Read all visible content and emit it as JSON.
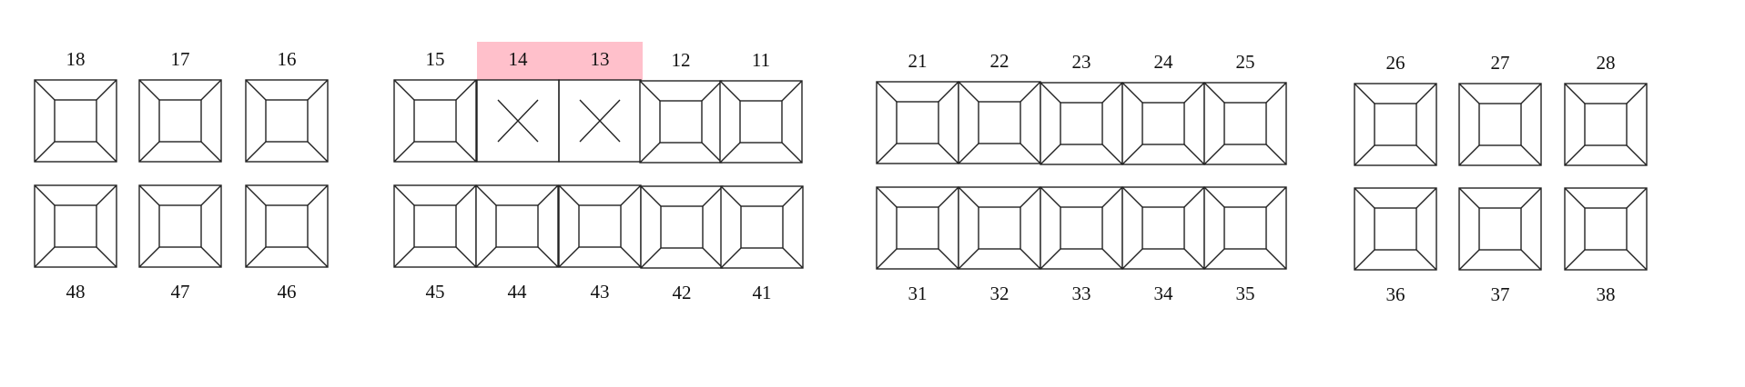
{
  "dental_chart": {
    "highlight_color": "#ffc0cb",
    "upper_row": [
      {
        "number": "18"
      },
      {
        "number": "17"
      },
      {
        "number": "16"
      },
      {
        "number": "15"
      },
      {
        "number": "14",
        "marked": true
      },
      {
        "number": "13",
        "marked": true
      },
      {
        "number": "12"
      },
      {
        "number": "11"
      },
      {
        "number": "21"
      },
      {
        "number": "22"
      },
      {
        "number": "23"
      },
      {
        "number": "24"
      },
      {
        "number": "25"
      },
      {
        "number": "26"
      },
      {
        "number": "27"
      },
      {
        "number": "28"
      }
    ],
    "lower_row": [
      {
        "number": "48"
      },
      {
        "number": "47"
      },
      {
        "number": "46"
      },
      {
        "number": "45"
      },
      {
        "number": "44"
      },
      {
        "number": "43"
      },
      {
        "number": "42"
      },
      {
        "number": "41"
      },
      {
        "number": "31"
      },
      {
        "number": "32"
      },
      {
        "number": "33"
      },
      {
        "number": "34"
      },
      {
        "number": "35"
      },
      {
        "number": "36"
      },
      {
        "number": "37"
      },
      {
        "number": "38"
      }
    ]
  }
}
